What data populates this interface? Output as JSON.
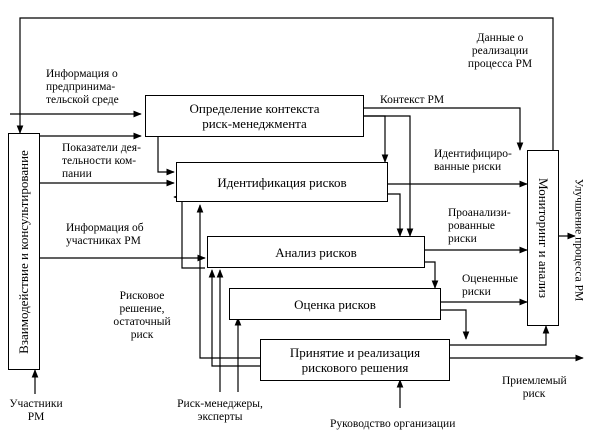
{
  "boxes": {
    "context": "Определение контекста\nриск-менеджмента",
    "identification": "Идентификация рисков",
    "analysis": "Анализ рисков",
    "evaluation": "Оценка рисков",
    "decision": "Принятие и реализация\nрискового решения",
    "interaction": "Взаимодействие и консультирование",
    "monitoring": "Мониторинг и анализ"
  },
  "labels": {
    "env_info": "Информация о\nпредпринима-\nтельской среде",
    "performance": "Показатели дея-\nтельности ком-\nпании",
    "participants_info": "Информация об\nучастниках РМ",
    "risk_decision": "Рисковое\nрешение,\nостаточный\nриск",
    "rm_context": "Контекст РМ",
    "implementation_data": "Данные о\nреализации\nпроцесса РМ",
    "identified": "Идентифициро-\nванные риски",
    "analyzed": "Проанализи-\nрованные\nриски",
    "evaluated": "Оцененные\nриски",
    "acceptable": "Приемлемый\nриск",
    "improvement": "Улучшение процесса РМ",
    "participants": "Участники\nРМ",
    "managers": "Риск-менеджеры,\nэксперты",
    "leadership": "Руководство организации"
  }
}
